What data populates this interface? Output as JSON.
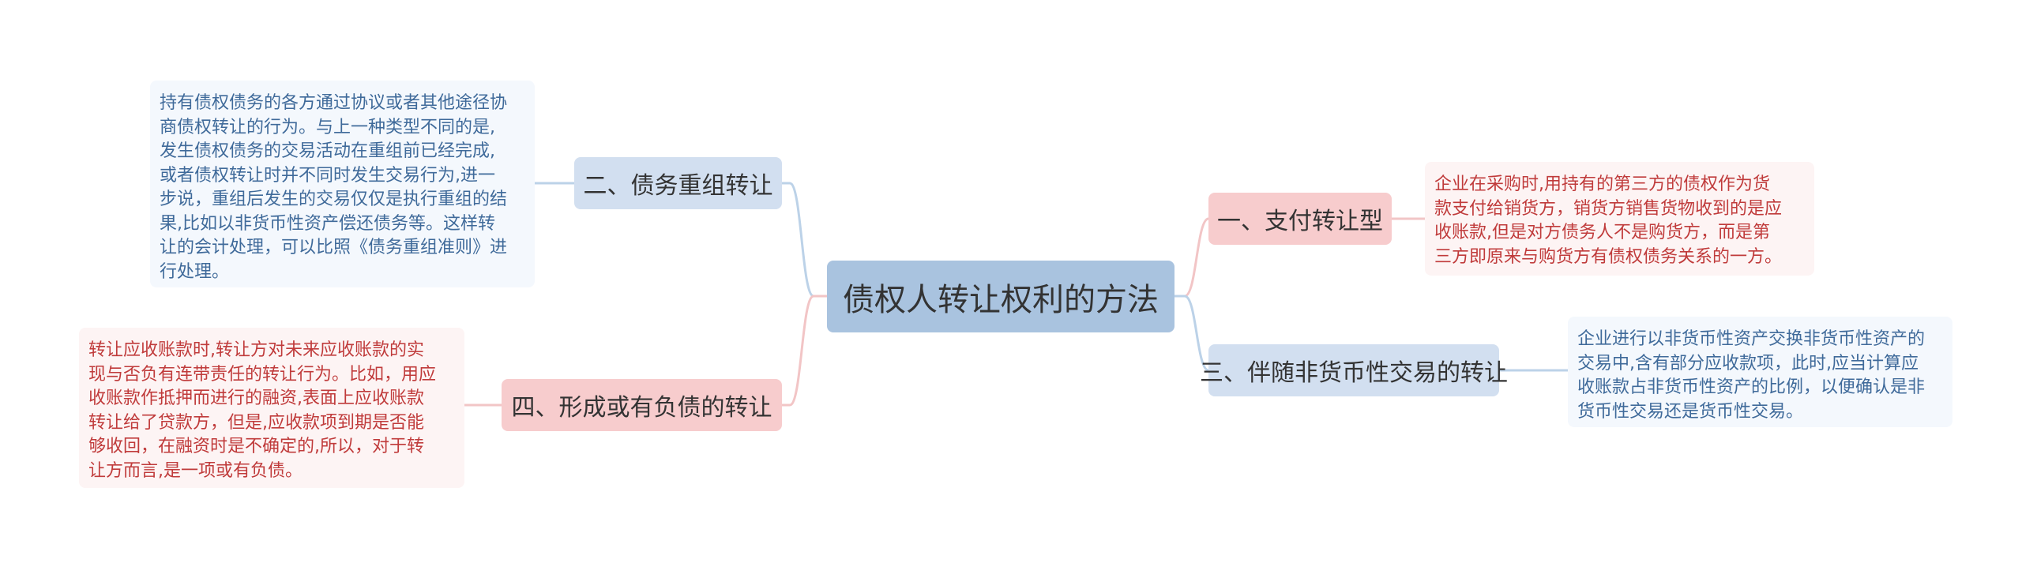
{
  "central_topic": "债权人转让权利的方法",
  "colors": {
    "center_fill": "#a9c3df",
    "blue_branch": "#d2dff0",
    "pink_branch": "#f7cccd",
    "blue_text": "#3f6a9a",
    "pink_text": "#c03b3b",
    "blue_connector": "#bcd2e8",
    "pink_connector": "#f2c5c6"
  },
  "branches": {
    "two": {
      "label": "二、债务重组转让",
      "note": [
        "持有债权债务的各方通过协议或者其他途径协",
        "商债权转让的行为。与上一种类型不同的是,",
        "发生债权债务的交易活动在重组前已经完成,",
        "或者债权转让时并不同时发生交易行为,进一",
        "步说，重组后发生的交易仅仅是执行重组的结",
        "果,比如以非货币性资产偿还债务等。这样转",
        "让的会计处理，可以比照《债务重组准则》进",
        "行处理。"
      ]
    },
    "four": {
      "label": "四、形成或有负债的转让",
      "note": [
        "转让应收账款时,转让方对未来应收账款的实",
        "现与否负有连带责任的转让行为。比如，用应",
        "收账款作抵押而进行的融资,表面上应收账款",
        "转让给了贷款方，但是,应收款项到期是否能",
        "够收回，在融资时是不确定的,所以，对于转",
        "让方而言,是一项或有负债。"
      ]
    },
    "one": {
      "label": "一、支付转让型",
      "note": [
        "企业在采购时,用持有的第三方的债权作为货",
        "款支付给销货方，销货方销售货物收到的是应",
        "收账款,但是对方债务人不是购货方，而是第",
        "三方即原来与购货方有债权债务关系的一方。"
      ]
    },
    "three": {
      "label": "三、伴随非货币性交易的转让",
      "note": [
        "企业进行以非货币性资产交换非货币性资产的",
        "交易中,含有部分应收款项，此时,应当计算应",
        "收账款占非货币性资产的比例，以便确认是非",
        "货币性交易还是货币性交易。"
      ]
    }
  }
}
